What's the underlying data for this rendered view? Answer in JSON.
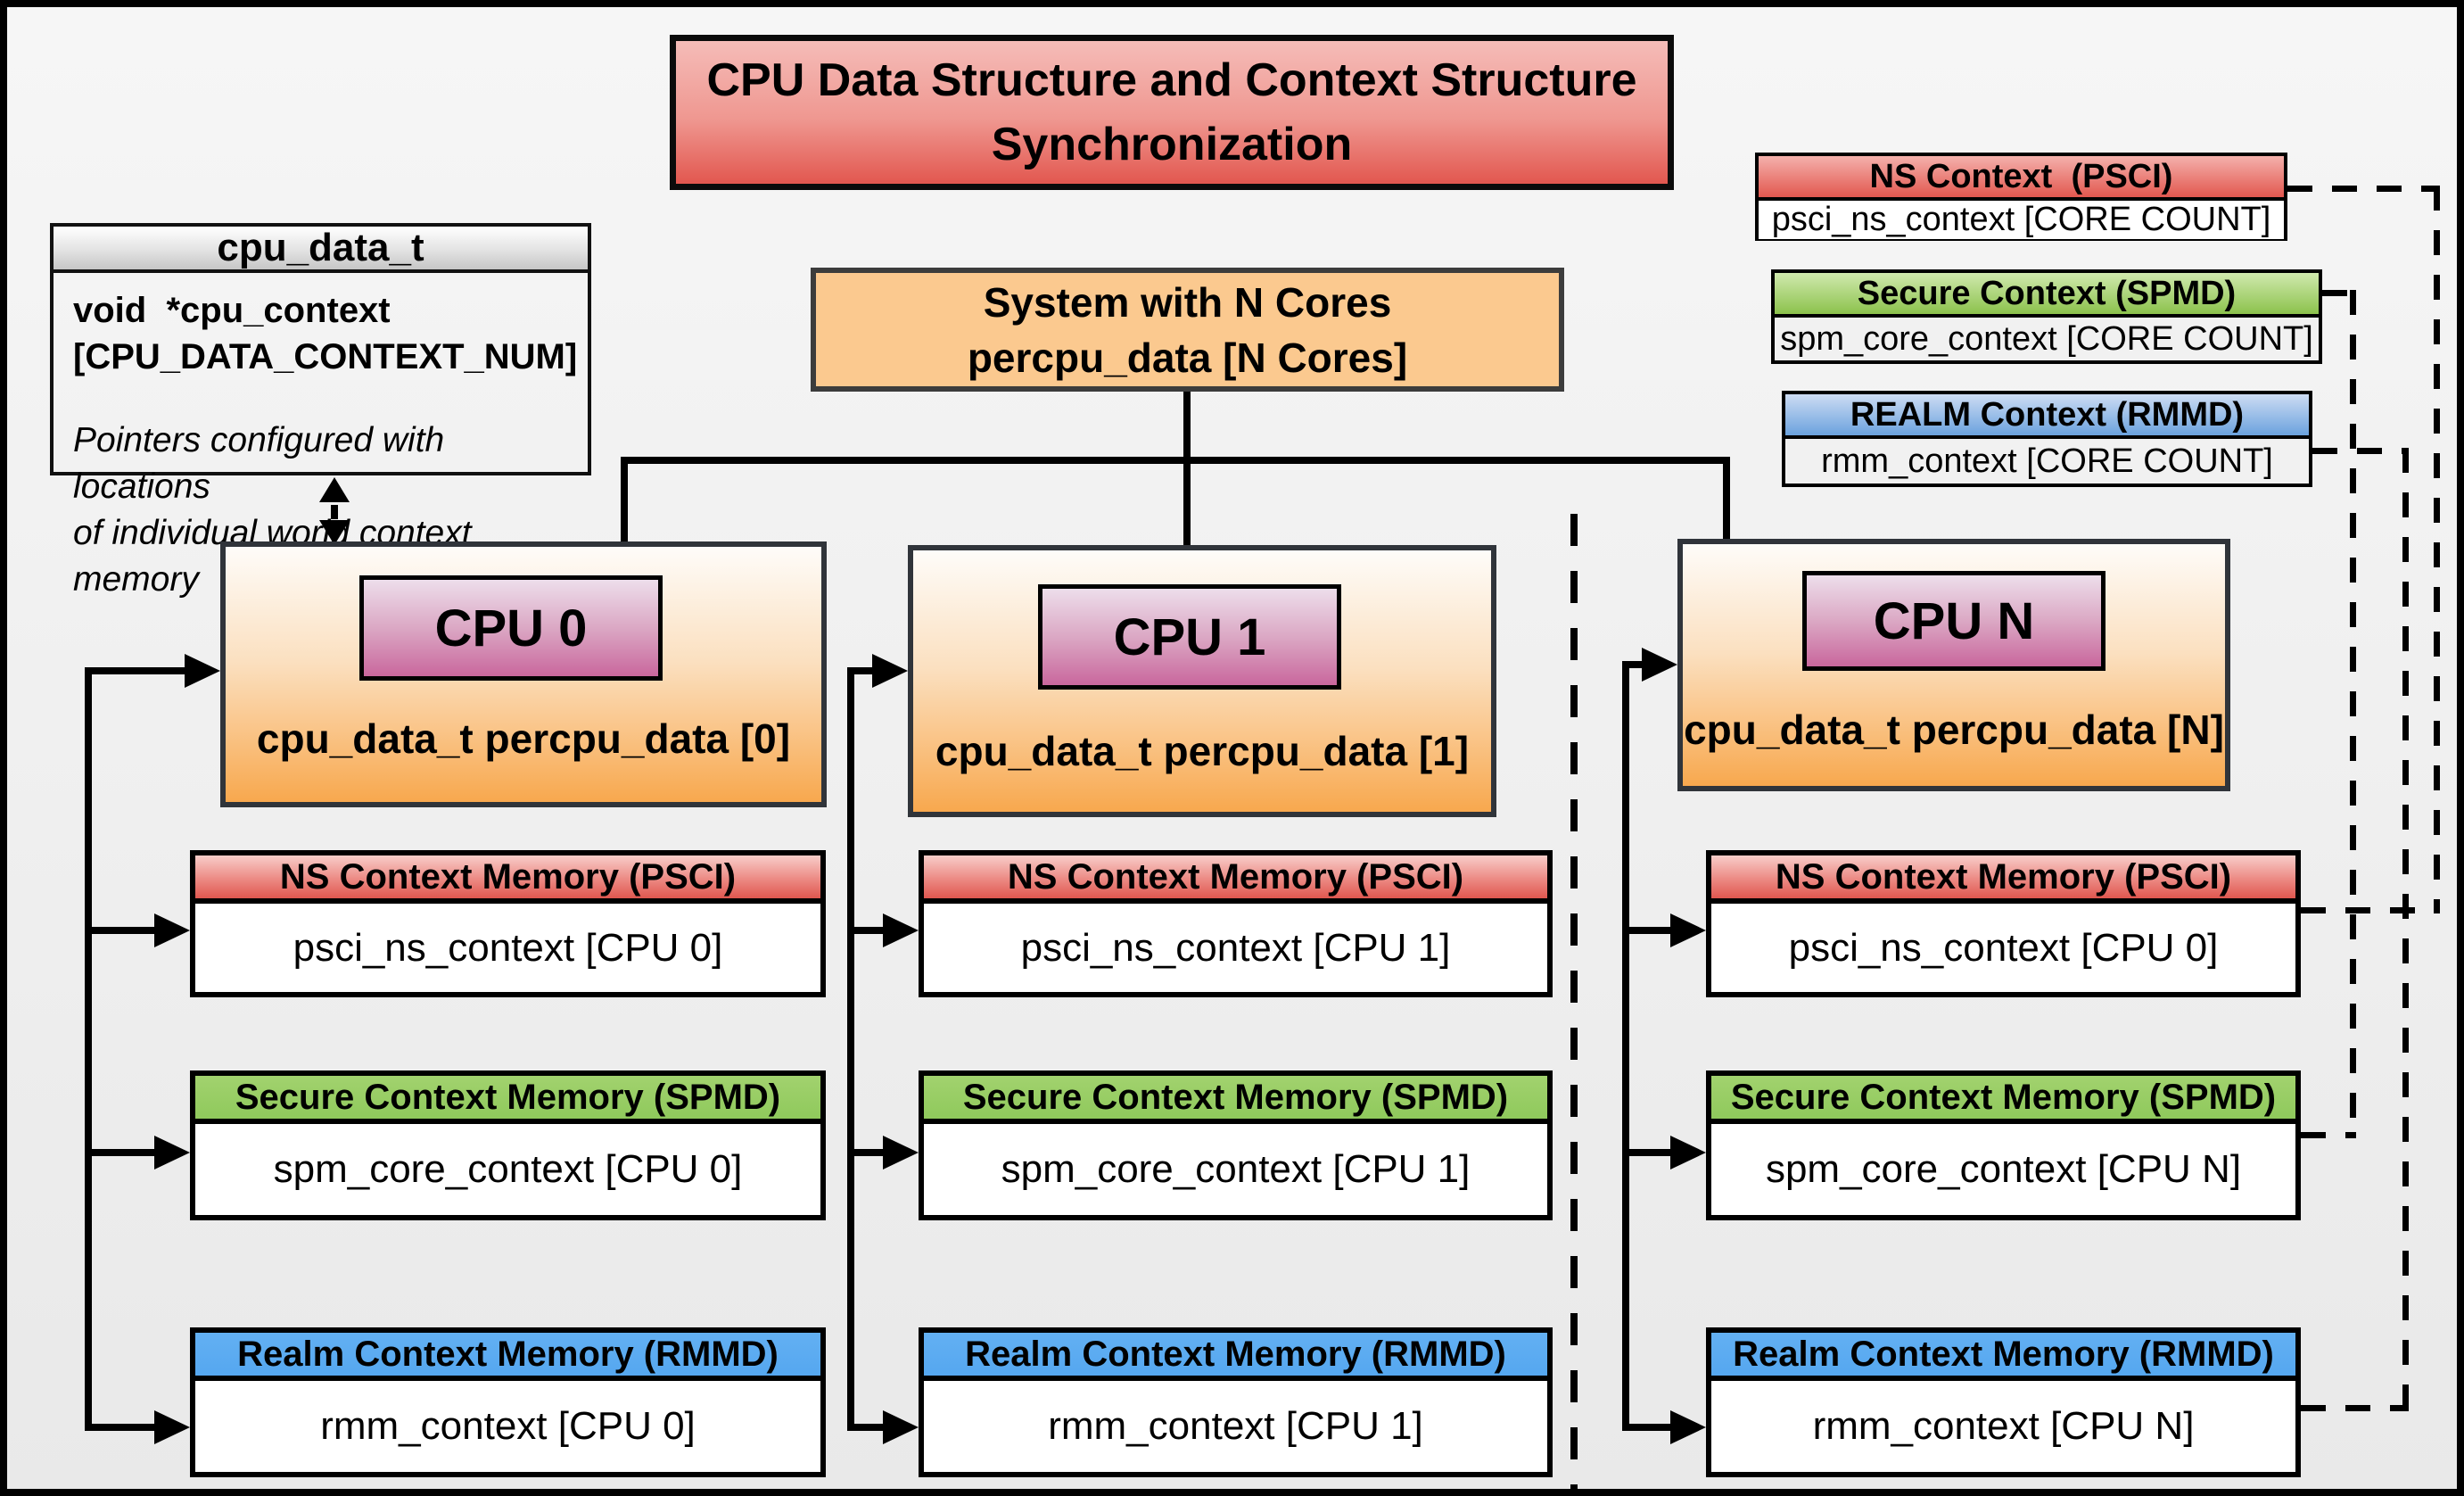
{
  "title": {
    "line1": "CPU Data Structure and Context Structure",
    "line2": "Synchronization"
  },
  "cpu_data_t": {
    "header": "cpu_data_t",
    "field_line1": "void  *cpu_context",
    "field_line2": "[CPU_DATA_CONTEXT_NUM]",
    "note_line1": "Pointers configured with locations",
    "note_line2": "of individual world context memory"
  },
  "system_box": {
    "line1": "System with N Cores",
    "line2": "percpu_data [N Cores]"
  },
  "legend": {
    "ns": {
      "header": "NS Context  (PSCI)",
      "body": "psci_ns_context [CORE COUNT]"
    },
    "secure": {
      "header": "Secure Context (SPMD)",
      "body": "spm_core_context [CORE COUNT]"
    },
    "realm": {
      "header": "REALM Context (RMMD)",
      "body": "rmm_context [CORE COUNT]"
    }
  },
  "cpus": [
    {
      "name": "CPU 0",
      "data_label": "cpu_data_t percpu_data [0]",
      "ns": {
        "header": "NS Context Memory (PSCI)",
        "body": "psci_ns_context [CPU 0]"
      },
      "secure": {
        "header": "Secure Context Memory (SPMD)",
        "body": "spm_core_context [CPU 0]"
      },
      "realm": {
        "header": "Realm Context Memory (RMMD)",
        "body": "rmm_context [CPU 0]"
      }
    },
    {
      "name": "CPU 1",
      "data_label": "cpu_data_t percpu_data [1]",
      "ns": {
        "header": "NS Context Memory (PSCI)",
        "body": "psci_ns_context [CPU 1]"
      },
      "secure": {
        "header": "Secure Context Memory (SPMD)",
        "body": "spm_core_context [CPU 1]"
      },
      "realm": {
        "header": "Realm Context Memory (RMMD)",
        "body": "rmm_context [CPU 1]"
      }
    },
    {
      "name": "CPU N",
      "data_label": "cpu_data_t percpu_data [N]",
      "ns": {
        "header": "NS Context Memory (PSCI)",
        "body": "psci_ns_context [CPU 0]"
      },
      "secure": {
        "header": "Secure Context Memory (SPMD)",
        "body": "spm_core_context [CPU N]"
      },
      "realm": {
        "header": "Realm Context Memory (RMMD)",
        "body": "rmm_context [CPU N]"
      }
    }
  ],
  "colors": {
    "title_red_top": "#f5bcb8",
    "title_red_bottom": "#e2574f",
    "orange_fill": "#fbc98f",
    "cpu_orange_bottom": "#f8a84e",
    "cpu_badge_pink": "#c9679d",
    "ns_header_red": "#e0574f",
    "secure_header_green": "#8fc95c",
    "realm_header_blue": "#55a7f0",
    "background_gray": "#efefef",
    "line_black": "#000000"
  }
}
